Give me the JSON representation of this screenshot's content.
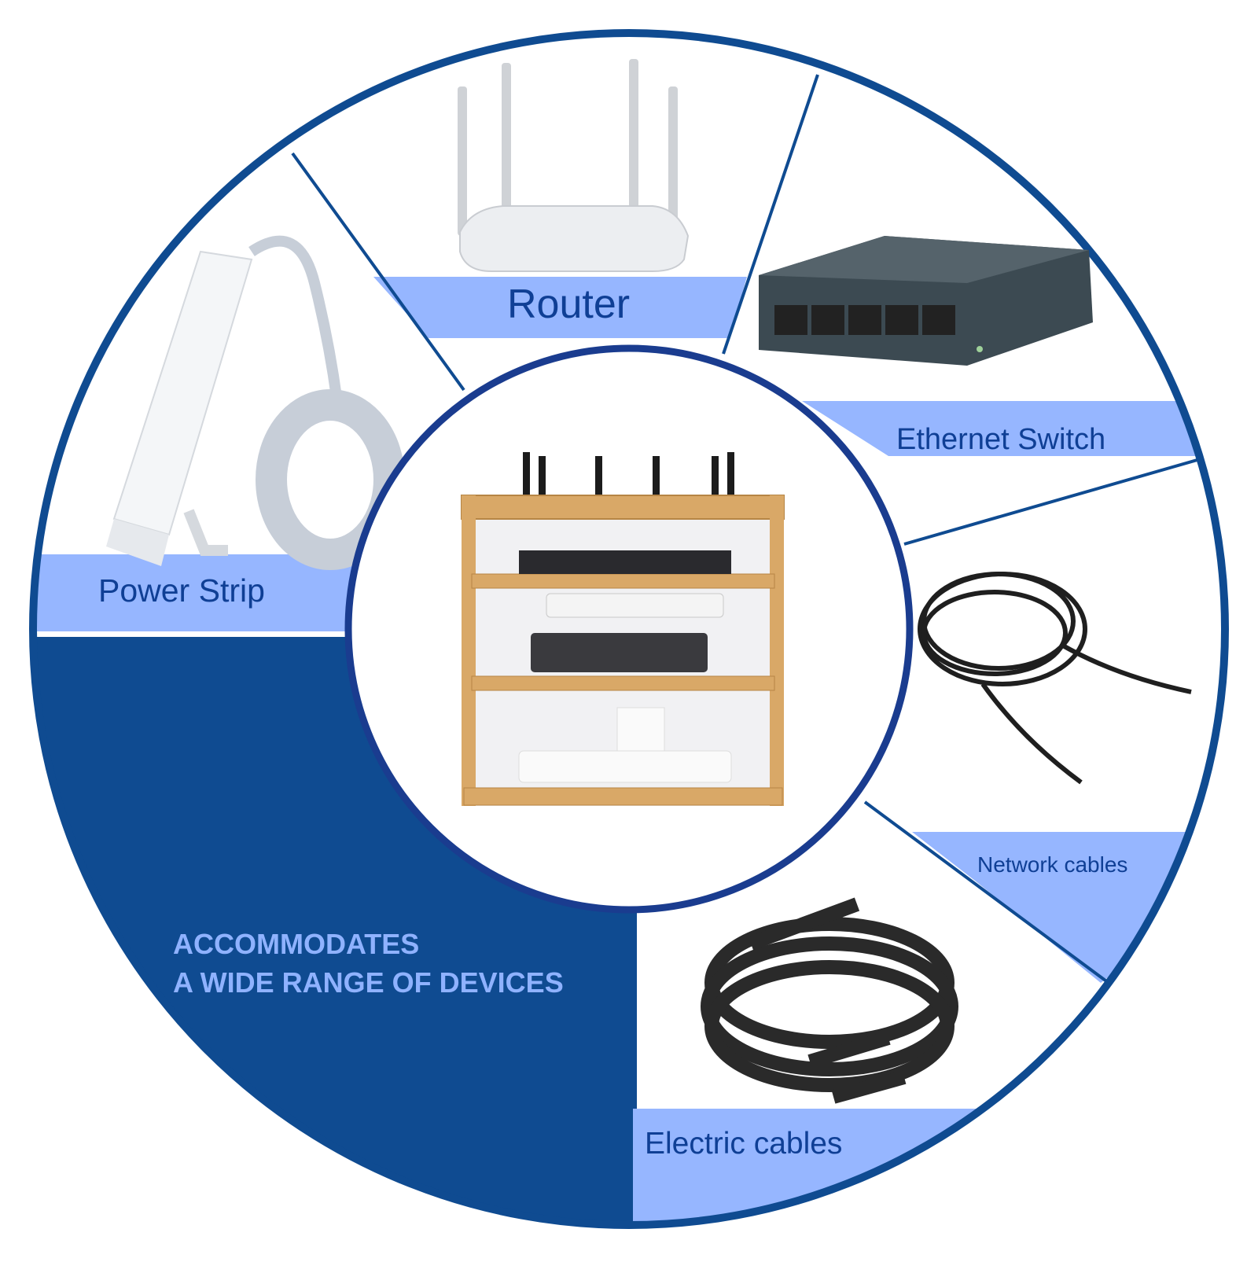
{
  "colors": {
    "ring": "#0f4b91",
    "navy_segment": "#0f4b91",
    "label_band": "#96b6ff",
    "label_text": "#0f3f95",
    "tagline_text": "#8fb2ff",
    "wood": "#d9a867"
  },
  "labels": {
    "router": "Router",
    "ethernet_switch": "Ethernet Switch",
    "power_strip": "Power Strip",
    "network_cables": "Network cables",
    "electric_cables": "Electric cables"
  },
  "tagline": {
    "line1": "ACCOMMODATES",
    "line2": "A WIDE RANGE OF DEVICES"
  },
  "icons": [
    "router-image",
    "ethernet-switch-image",
    "power-strip-image",
    "network-cable-image",
    "electric-cable-image",
    "cable-box-organizer-image"
  ]
}
